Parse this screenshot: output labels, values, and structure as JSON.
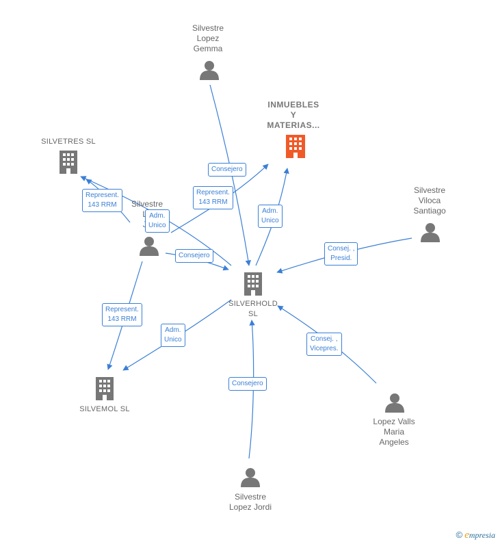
{
  "colors": {
    "edge": "#3a7fd6",
    "icon": "#777777",
    "focus_icon": "#f05a28"
  },
  "nodes": {
    "gemma": {
      "lines": [
        "Silvestre",
        "Lopez",
        "Gemma"
      ],
      "icon": "person-icon"
    },
    "inmuebles": {
      "lines": [
        "INMUEBLES",
        "Y",
        "MATERIAS..."
      ],
      "icon": "building-icon"
    },
    "silvetres": {
      "lines": [
        "SILVETRES  SL"
      ],
      "icon": "building-icon"
    },
    "jaime": {
      "lines": [
        "Silvestre",
        "Lo",
        "Ja"
      ],
      "icon": "person-icon"
    },
    "santiago": {
      "lines": [
        "Silvestre",
        "Viloca",
        "Santiago"
      ],
      "icon": "person-icon"
    },
    "silverhold": {
      "lines": [
        "SILVERHOLD",
        "SL"
      ],
      "icon": "building-icon"
    },
    "silvemol": {
      "lines": [
        "SILVEMOL  SL"
      ],
      "icon": "building-icon"
    },
    "maria": {
      "lines": [
        "Lopez Valls",
        "Maria",
        "Angeles"
      ],
      "icon": "person-icon"
    },
    "jordi": {
      "lines": [
        "Silvestre",
        "Lopez Jordi"
      ],
      "icon": "person-icon"
    }
  },
  "edges": {
    "e1": {
      "lines": [
        "Consejero"
      ]
    },
    "e2": {
      "lines": [
        "Represent.",
        "143 RRM"
      ]
    },
    "e3": {
      "lines": [
        "Represent.",
        "143 RRM"
      ]
    },
    "e4": {
      "lines": [
        "Adm.",
        "Unico"
      ]
    },
    "e5": {
      "lines": [
        "Adm.",
        "Unico"
      ]
    },
    "e6": {
      "lines": [
        "Consejero"
      ]
    },
    "e7": {
      "lines": [
        "Consej. ,",
        "Presid."
      ]
    },
    "e8": {
      "lines": [
        "Represent.",
        "143 RRM"
      ]
    },
    "e9": {
      "lines": [
        "Adm.",
        "Unico"
      ]
    },
    "e10": {
      "lines": [
        "Consej. ,",
        "Vicepres."
      ]
    },
    "e11": {
      "lines": [
        "Consejero"
      ]
    }
  },
  "footer": {
    "copyright": "©",
    "brand_initial": "e",
    "brand_rest": "mpresia"
  }
}
